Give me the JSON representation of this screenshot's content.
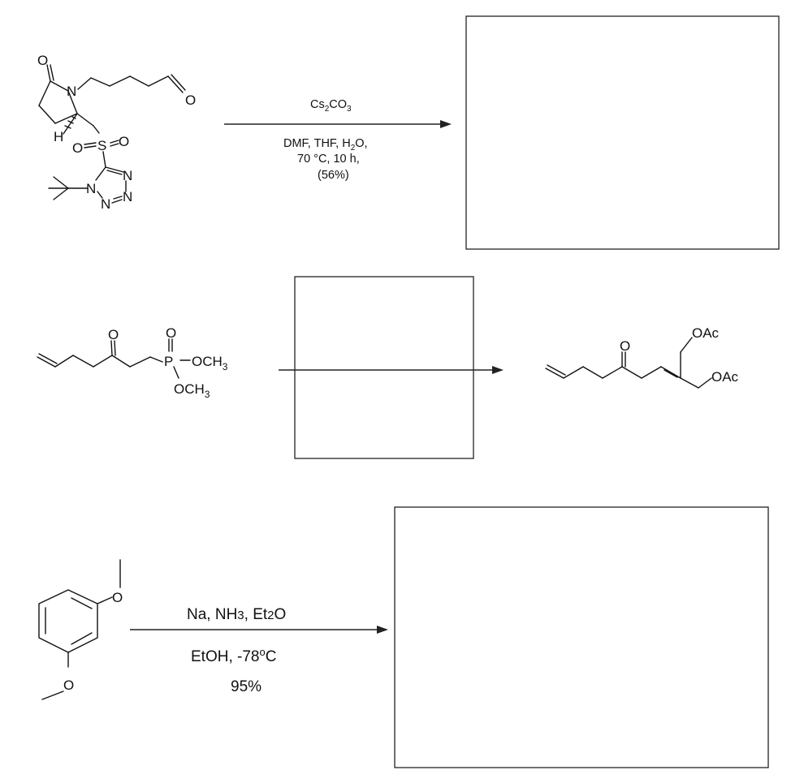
{
  "reaction1": {
    "reactant_atoms": {
      "o_lactam": "O",
      "n_ring": "N",
      "o_ald": "O",
      "h": "H",
      "o_s_left": "O",
      "s": "S",
      "o_s_right": "O",
      "n_tz1": "N",
      "n_tz2": "N",
      "n_tz3": "N",
      "n_tz4": "N"
    },
    "reagent": {
      "main": "Cs",
      "sub": "2",
      "tail": "CO",
      "sub2": "3"
    },
    "conditions": {
      "line1a": "DMF, THF, H",
      "line1sub": "2",
      "line1b": "O,",
      "line2": "70 °C, 10 h,",
      "line3": "(56%)"
    }
  },
  "reaction2": {
    "reactant_atoms": {
      "o_ketone": "O",
      "o_p": "O",
      "p": "P",
      "och3_right": "OCH",
      "och3_right_sub": "3",
      "och3_down": "OCH",
      "och3_down_sub": "3"
    },
    "product_atoms": {
      "o_ketone": "O",
      "oac1": "OAc",
      "oac2": "OAc"
    }
  },
  "reaction3": {
    "reactant_atoms": {
      "o_top": "O",
      "o_bottom": "O"
    },
    "conditions": {
      "line1a": "Na, NH",
      "line1sub": "3",
      "line1b": ", Et",
      "line1sub2": "2",
      "line1c": "O",
      "line2a": "EtOH, -78",
      "line2sup": "o",
      "line2b": "C",
      "line3": "95%"
    }
  }
}
